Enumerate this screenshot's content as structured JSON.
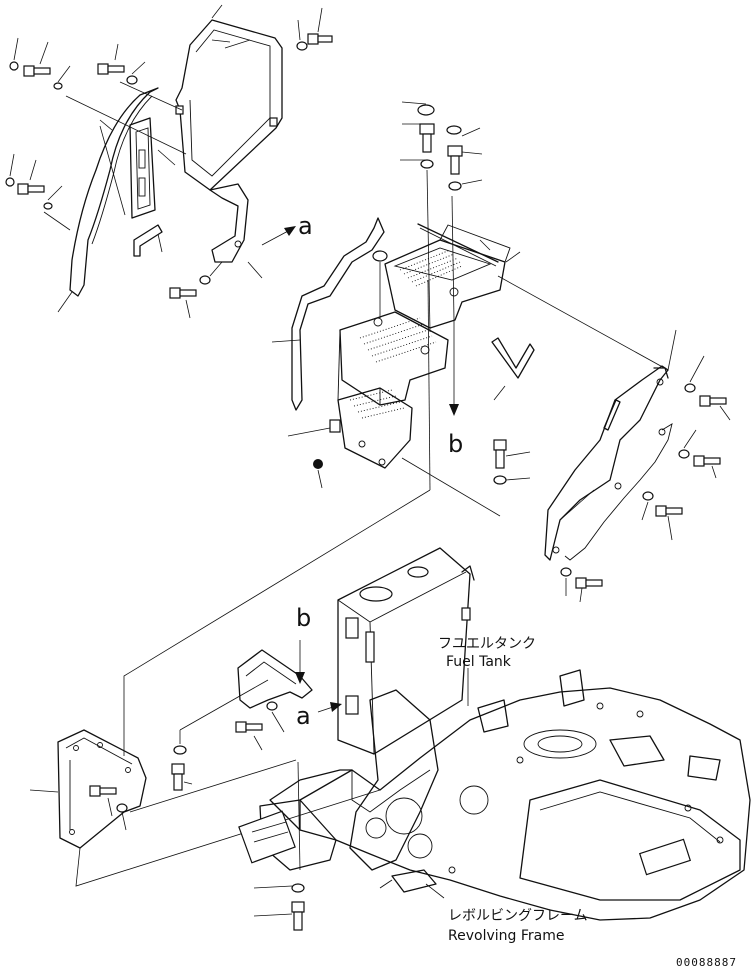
{
  "labels": {
    "fuel_tank_jp": "フユエルタンク",
    "fuel_tank_en": "Fuel Tank",
    "frame_jp": "レボルビングフレーム",
    "frame_en": "Revolving Frame",
    "ref_a": "a",
    "ref_b": "b",
    "drawing_code": "00088887"
  },
  "colors": {
    "ink": "#111111",
    "paper": "#ffffff"
  }
}
